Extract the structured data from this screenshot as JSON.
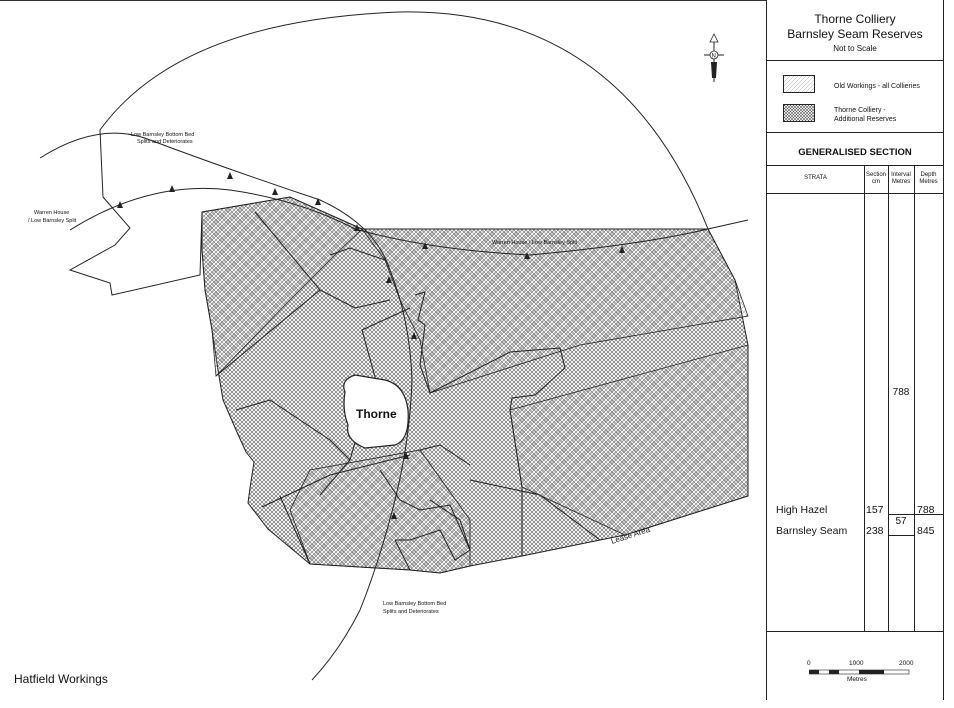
{
  "legend": {
    "title_line1": "Thorne Colliery",
    "title_line2": "Barnsley Seam Reserves",
    "scale_note": "Not to Scale",
    "old_workings": "Old Workings - all Collieries",
    "additional_line1": "Thorne Colliery -",
    "additional_line2": "Additional Reserves"
  },
  "section": {
    "heading": "GENERALISED SECTION",
    "col_strata": "STRATA",
    "col_section_1": "Section",
    "col_section_2": "cm",
    "col_interval_1": "Interval",
    "col_interval_2": "Metres",
    "col_depth_1": "Depth",
    "col_depth_2": "Metres",
    "interval_top": "788",
    "rows": [
      {
        "name": "High Hazel",
        "section": "157",
        "depth": "788"
      },
      {
        "name": "Barnsley Seam",
        "section": "238",
        "depth": "845"
      }
    ],
    "interval_between": "57"
  },
  "scale_bar": {
    "labels": [
      "0",
      "1000",
      "2000"
    ],
    "unit": "Metres"
  },
  "map": {
    "town": "Thorne",
    "label_lbb_split_1a": "Low Barnsley Bottom Bed",
    "label_lbb_split_1b": "Splits and Deteriorates",
    "label_warren_1": "Warren House",
    "label_warren_2": "/ Low Barnsley Split",
    "label_warren_line": "Warren House / Low Barnsley Split",
    "label_lbb_split_2a": "Low Barnsley Bottom Bed",
    "label_lbb_split_2b": "Splits and Deteriorates",
    "lease_area": "Lease Area",
    "north": "N",
    "caption": "Hatfield Workings"
  }
}
